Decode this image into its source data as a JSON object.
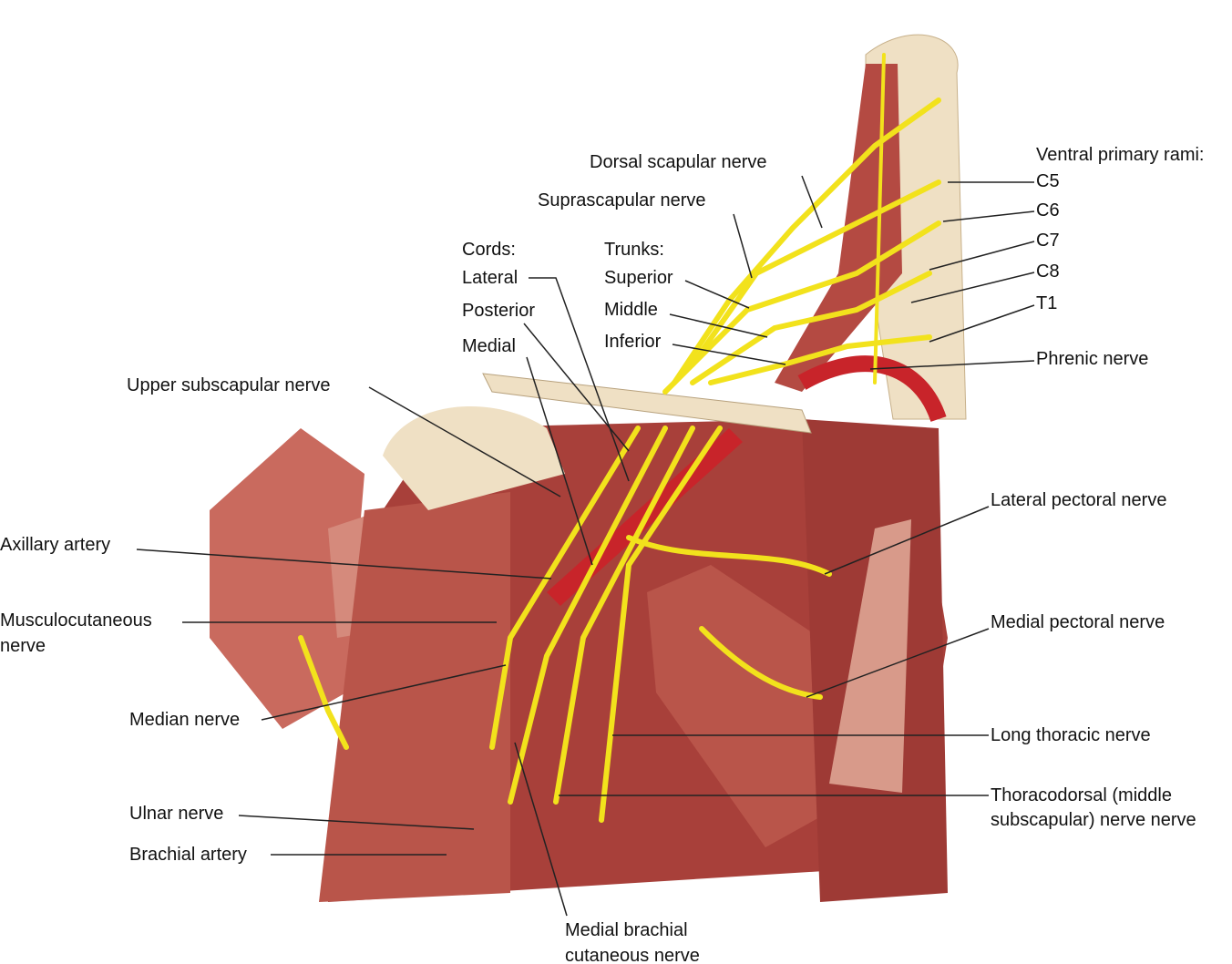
{
  "labels": {
    "dorsal_scapular": "Dorsal scapular nerve",
    "suprascapular": "Suprascapular nerve",
    "cords_heading": "Cords:",
    "cord_lateral": "Lateral",
    "cord_posterior": "Posterior",
    "cord_medial": "Medial",
    "trunks_heading": "Trunks:",
    "trunk_superior": "Superior",
    "trunk_middle": "Middle",
    "trunk_inferior": "Inferior",
    "rami_heading": "Ventral primary rami:",
    "c5": "C5",
    "c6": "C6",
    "c7": "C7",
    "c8": "C8",
    "t1": "T1",
    "phrenic": "Phrenic nerve",
    "upper_subscapular": "Upper subscapular nerve",
    "lateral_pectoral": "Lateral pectoral nerve",
    "axillary_artery": "Axillary artery",
    "musculocutaneous_1": "Musculocutaneous",
    "musculocutaneous_2": "nerve",
    "medial_pectoral": "Medial pectoral nerve",
    "median": "Median nerve",
    "long_thoracic": "Long thoracic nerve",
    "thoracodorsal_1": "Thoracodorsal (middle",
    "thoracodorsal_2": "subscapular) nerve nerve",
    "ulnar": "Ulnar nerve",
    "brachial_artery": "Brachial artery",
    "medial_brachial_1": "Medial brachial",
    "medial_brachial_2": "cutaneous nerve"
  },
  "colors": {
    "muscle": "#a8403a",
    "muscle_light": "#c96a5e",
    "bone": "#efe0c4",
    "nerve": "#f2e21c",
    "artery": "#c8242a",
    "leader": "#222222"
  }
}
